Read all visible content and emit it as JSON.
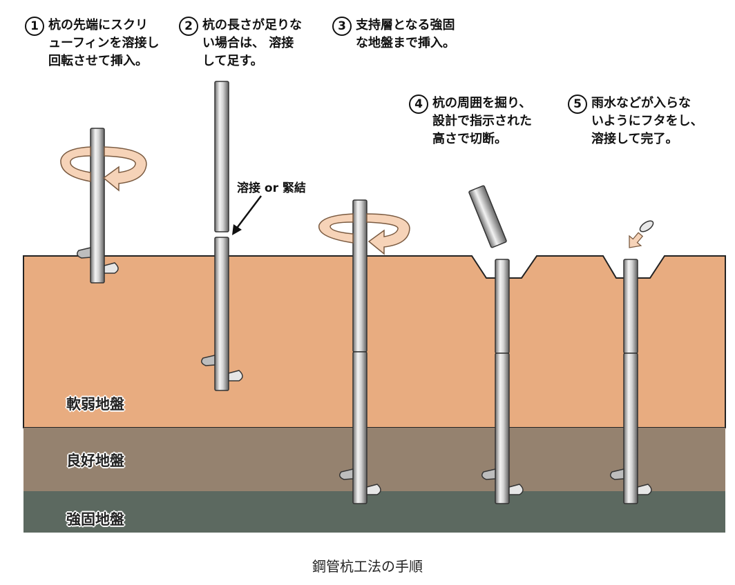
{
  "steps": [
    {
      "num": "1",
      "lines": [
        "杭の先端にスクリ",
        "ューフィンを溶接し",
        "回転させて挿入。"
      ]
    },
    {
      "num": "2",
      "lines": [
        "杭の長さが足りな",
        "い場合は、 溶接",
        "して足す。"
      ]
    },
    {
      "num": "3",
      "lines": [
        "支持層となる強固",
        "な地盤まで挿入。"
      ]
    },
    {
      "num": "4",
      "lines": [
        "杭の周囲を掘り、",
        "設計で指示された",
        "高さで切断。"
      ]
    },
    {
      "num": "5",
      "lines": [
        "雨水などが入らな",
        "いようにフタをし、",
        "溶接して完了。"
      ]
    }
  ],
  "weld_note": "溶接 or 緊結",
  "layers": [
    {
      "label": "軟弱地盤",
      "color": "#E8AC80"
    },
    {
      "label": "良好地盤",
      "color": "#95826F"
    },
    {
      "label": "強固地盤",
      "color": "#5C6960"
    }
  ],
  "colors": {
    "arrow_fill": "#F6D3B8",
    "arrow_stroke": "#7a5a40",
    "pile_outline": "#333333"
  },
  "caption": "鋼管杭工法の手順"
}
